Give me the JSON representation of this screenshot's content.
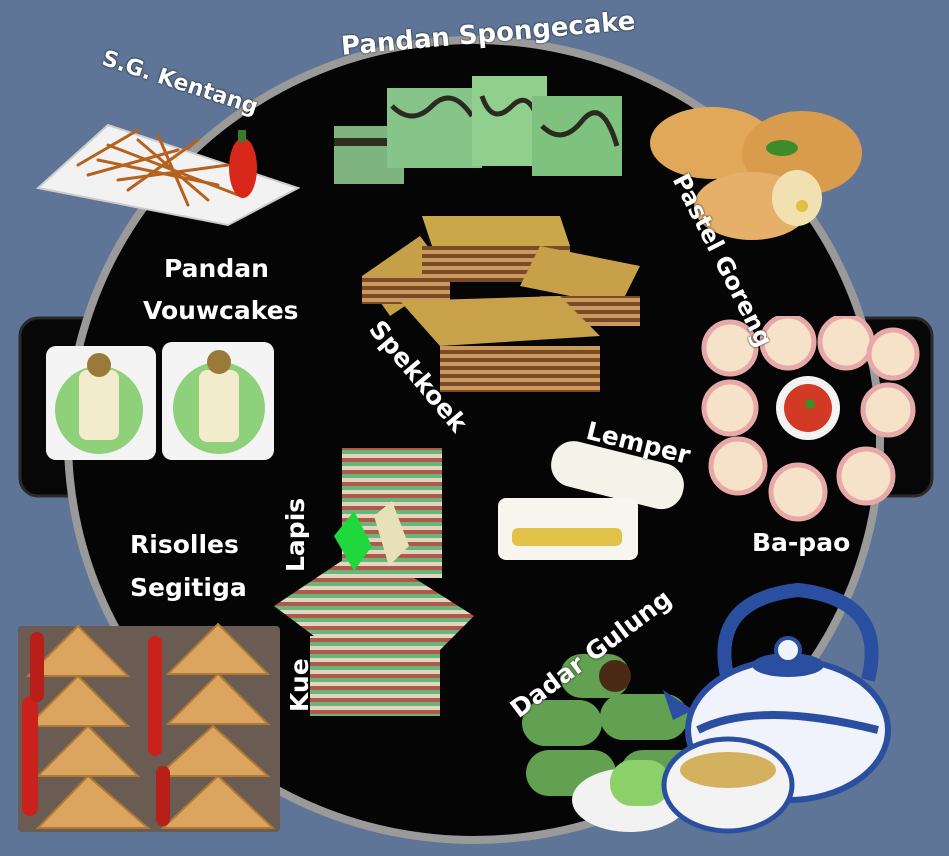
{
  "colors": {
    "background": "#5e7597",
    "tray": "#050505",
    "tray_rim": "#b8b8b8",
    "label_text": "#ffffff"
  },
  "labels": {
    "sg_kentang": "S.G. Kentang",
    "pandan_spongecake": "Pandan Spongecake",
    "pastel_goreng": "Pastel Goreng",
    "pandan": "Pandan",
    "vouwcakes": "Vouwcakes",
    "spekkoek": "Spekkoek",
    "lemper": "Lemper",
    "ba_pao": "Ba-pao",
    "risolles": "Risolles",
    "segitiga": "Segitiga",
    "lapis": "Lapis",
    "kue": "Kue",
    "dadar_gulung": "Dadar Gulung"
  },
  "images": [
    "potato-sticks-plate",
    "pandan-spongecake-slices",
    "pastel-goreng-pastries",
    "pandan-vouwcakes",
    "spekkoek-layer-cake",
    "lemper-rolls",
    "ba-pao-buns",
    "risolles-segitiga-tray",
    "kue-lapis-layers",
    "dadar-gulung-rolls",
    "blue-white-teapot-and-cup"
  ]
}
